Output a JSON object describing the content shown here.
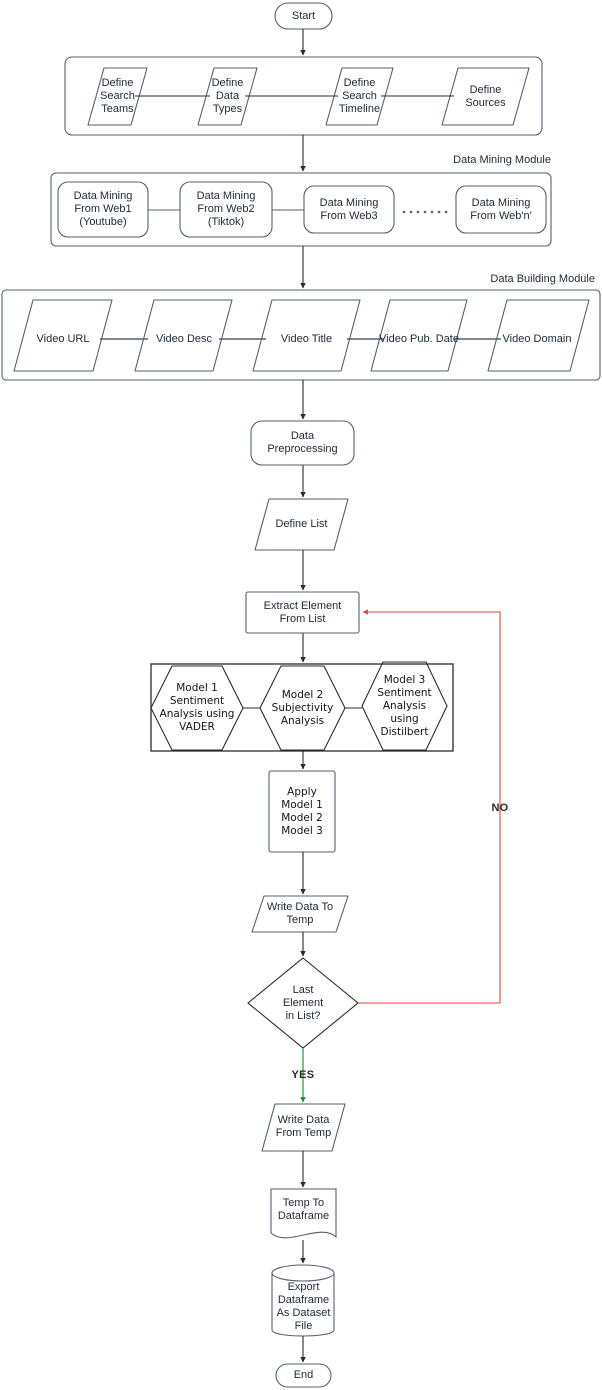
{
  "diagram": {
    "title": "Data Mining and Sentiment Analysis Pipeline Flowchart",
    "colors": {
      "stroke": "#55606e",
      "stroke_dark": "#2b2b2b",
      "text": "#1f2833",
      "no_path": "#e8453c",
      "yes_path": "#1f8a38",
      "background": "#ffffff"
    }
  },
  "nodes": {
    "start": {
      "label": "Start",
      "shape": "terminator"
    },
    "end": {
      "label": "End",
      "shape": "terminator"
    },
    "define_search_teams": {
      "label": "Define\nSearch\nTeams",
      "shape": "parallelogram"
    },
    "define_data_types": {
      "label": "Define\nData\nTypes",
      "shape": "parallelogram"
    },
    "define_search_timeline": {
      "label": "Define\nSearch\nTimeline",
      "shape": "parallelogram"
    },
    "define_sources": {
      "label": "Define\nSources",
      "shape": "parallelogram"
    },
    "mining_web1": {
      "label": "Data Mining\nFrom Web1\n(Youtube)",
      "shape": "rounded-rect"
    },
    "mining_web2": {
      "label": "Data Mining\nFrom Web2\n(Tiktok)",
      "shape": "rounded-rect"
    },
    "mining_web3": {
      "label": "Data Mining\nFrom Web3",
      "shape": "rounded-rect"
    },
    "mining_webn": {
      "label": "Data Mining\nFrom Web'n'",
      "shape": "rounded-rect"
    },
    "video_url": {
      "label": "Video URL",
      "shape": "parallelogram"
    },
    "video_desc": {
      "label": "Video Desc",
      "shape": "parallelogram"
    },
    "video_title": {
      "label": "Video Title",
      "shape": "parallelogram"
    },
    "video_pub_date": {
      "label": "Video Pub. Date",
      "shape": "parallelogram"
    },
    "video_domain": {
      "label": "Video Domain",
      "shape": "parallelogram"
    },
    "data_preprocessing": {
      "label": "Data\nPreprocessing",
      "shape": "rounded-rect"
    },
    "define_list": {
      "label": "Define List",
      "shape": "parallelogram"
    },
    "extract_element": {
      "label": "Extract Element\nFrom List",
      "shape": "rect"
    },
    "model1": {
      "label": "Model 1\nSentiment\nAnalysis using\nVADER",
      "shape": "hexagon"
    },
    "model2": {
      "label": "Model 2\nSubjectivity\nAnalysis",
      "shape": "hexagon"
    },
    "model3": {
      "label": "Model 3\nSentiment\nAnalysis\nusing\nDistilbert",
      "shape": "hexagon"
    },
    "apply_models": {
      "label": "Apply\nModel 1\nModel 2\nModel 3",
      "shape": "rect"
    },
    "write_data_to_temp": {
      "label": "Write  Data To\nTemp",
      "shape": "parallelogram"
    },
    "last_element": {
      "label": "Last\nElement\nin List?",
      "shape": "diamond"
    },
    "write_data_from_temp": {
      "label": "Write Data\nFrom Temp",
      "shape": "parallelogram"
    },
    "temp_to_dataframe": {
      "label": "Temp  To\nDataframe",
      "shape": "document"
    },
    "export_dataframe": {
      "label": "Export\nDataframe\nAs Dataset\nFile",
      "shape": "cylinder"
    }
  },
  "group_labels": {
    "data_mining_module": "Data Mining Module",
    "data_building_module": "Data Building Module"
  },
  "edge_labels": {
    "no": "NO",
    "yes": "YES"
  },
  "ellipsis": "· · · · · · · · ·"
}
